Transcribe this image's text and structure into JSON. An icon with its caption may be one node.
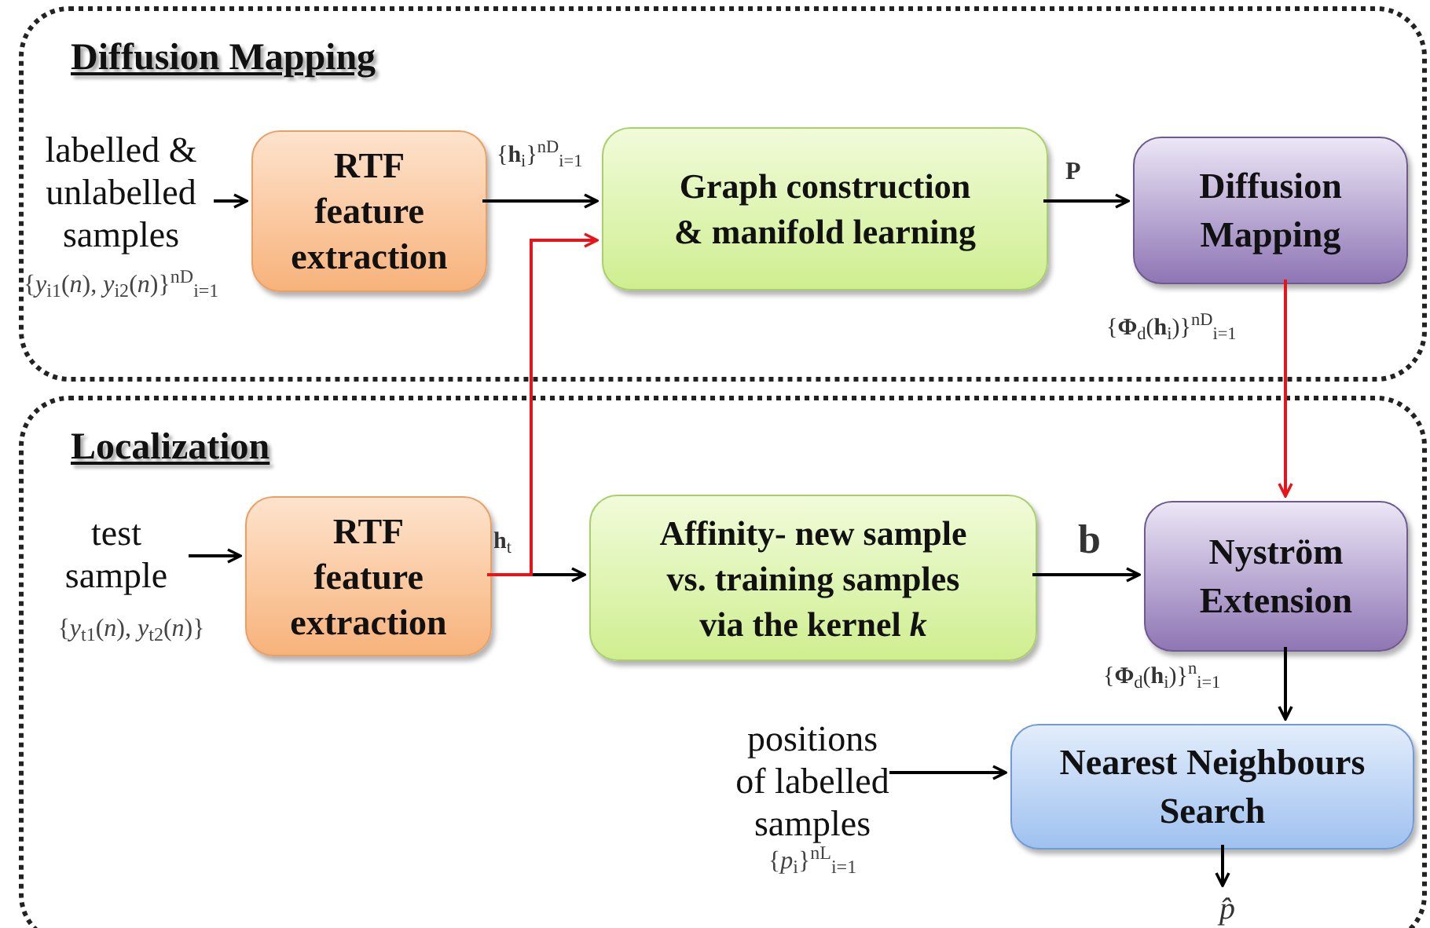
{
  "diagram": {
    "nodes": [
      {
        "text": [
          "Diffusion Mapping"
        ]
      },
      {
        "text": [
          "labelled & unlabelled samples"
        ],
        "in": 0,
        "beside": [
          "{*y*$_{i1}$(*n*), *y*$_{i2}$(*n*)}$^{nD}$$_{i=1}$"
        ]
      },
      {
        "text": [
          "RTF feature extraction"
        ],
        "in": 0
      },
      {
        "text": [
          "Graph construction & manifold learning"
        ],
        "in": 0
      },
      {
        "text": [
          "Diffusion Mapping"
        ],
        "in": 0
      },
      {
        "text": [
          "Localization"
        ]
      },
      {
        "text": [
          "test sample"
        ],
        "in": 5,
        "beside": [
          "{*y*$_{t1}$(*n*), *y*$_{t2}$(*n*)}"
        ]
      },
      {
        "text": [
          "RTF feature extraction"
        ],
        "in": 5
      },
      {
        "text": [
          "Affinity- new sample vs. training samples via the kernel *k*"
        ],
        "in": 5
      },
      {
        "text": [
          "Nyström Extension"
        ],
        "in": 5
      },
      {
        "text": [
          "positions of labelled samples"
        ],
        "in": 5,
        "beside": [
          "{*p*$_{i}$}$^{nL}$$_{i=1}$"
        ]
      },
      {
        "text": [
          "Nearest Neighbours Search"
        ],
        "in": 5
      },
      {
        "text": [
          "p̂"
        ],
        "in": 5
      }
    ],
    "edges": [
      {
        "from": 1,
        "to": 2,
        "arrow": "to"
      },
      {
        "from": 2,
        "to": 3,
        "arrow": "to",
        "label": "{**h**$_{i}$}$^{nD}$$_{i=1}$"
      },
      {
        "from": 3,
        "to": 4,
        "arrow": "to",
        "label": "**P**"
      },
      {
        "from": 4,
        "to": 9,
        "arrow": "to",
        "color": "#e8141b",
        "label": "{**Φ**$_{d}$(**h**$_{i}$)}$^{nD}$$_{i=1}$"
      },
      {
        "from": 6,
        "to": 7,
        "arrow": "to"
      },
      {
        "from": 7,
        "to": 8,
        "arrow": "to",
        "label": "**h**$_{t}$"
      },
      {
        "from": 7,
        "to": 3,
        "arrow": "to",
        "color": "#e8141b"
      },
      {
        "from": 8,
        "to": 9,
        "arrow": "to",
        "label": "**b**"
      },
      {
        "from": 9,
        "to": 11,
        "arrow": "to",
        "label": "{**Φ**$_{d}$(**h**$_{i}$)}$^{n}$$_{i=1}$"
      },
      {
        "from": 10,
        "to": 11,
        "arrow": "to"
      },
      {
        "from": 11,
        "to": 12,
        "arrow": "to"
      }
    ]
  }
}
